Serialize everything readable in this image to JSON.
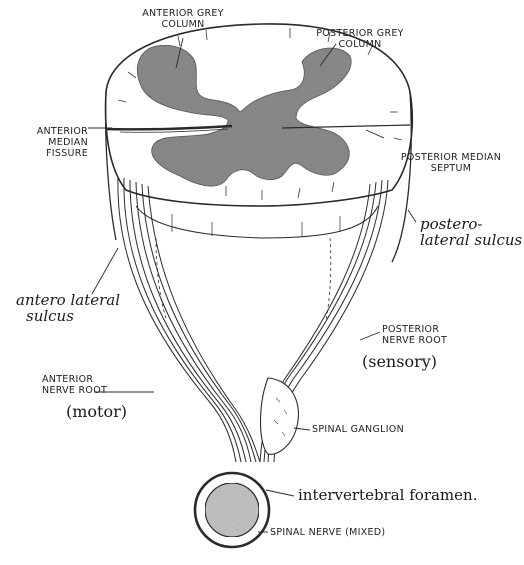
{
  "labels": {
    "anterior_grey_column": [
      "ANTERIOR GREY",
      "COLUMN"
    ],
    "posterior_grey_column": [
      "POSTERIOR GREY",
      "COLUMN"
    ],
    "anterior_median_fissure": [
      "ANTERIOR",
      "MEDIAN",
      "FISSURE"
    ],
    "posterior_median_septum": [
      "POSTERIOR MEDIAN",
      "SEPTUM"
    ],
    "posterolateral_sulcus": [
      "postero-",
      "lateral sulcus"
    ],
    "anterolateral_sulcus": [
      "antero lateral",
      "sulcus"
    ],
    "posterior_nerve_root": [
      "POSTERIOR",
      "NERVE ROOT"
    ],
    "sensory": "(sensory)",
    "anterior_nerve_root": [
      "ANTERIOR",
      "NERVE ROOT"
    ],
    "motor": "(motor)",
    "spinal_ganglion": "SPINAL GANGLION",
    "intervertebral_foramen": "intervertebral foramen.",
    "spinal_nerve": "SPINAL NERVE (MIXED)"
  },
  "colors": {
    "ink": "#2a2a2a",
    "grey_matter": "#8f8f8f",
    "background": "#ffffff"
  }
}
